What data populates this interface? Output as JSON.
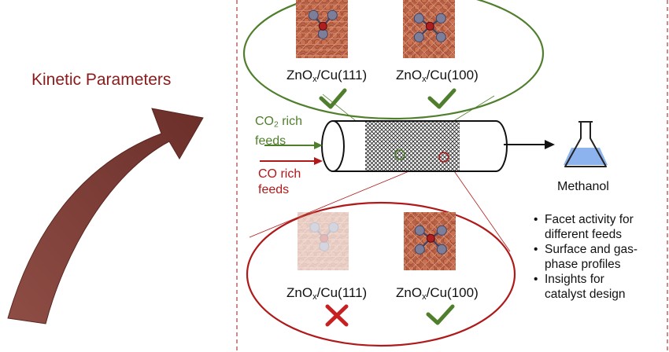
{
  "title": "Kinetic Parameters",
  "feeds": {
    "co2": {
      "species": "CO",
      "sub": "2",
      "line1_rest": " rich",
      "line2": "feeds"
    },
    "co": {
      "line1": "CO rich",
      "line2": "feeds"
    }
  },
  "product": "Methanol",
  "facets": {
    "top": [
      {
        "prefix": "ZnO",
        "sub": "x",
        "suffix": "/Cu(111)",
        "status": "active"
      },
      {
        "prefix": "ZnO",
        "sub": "x",
        "suffix": "/Cu(100)",
        "status": "active"
      }
    ],
    "bottom": [
      {
        "prefix": "ZnO",
        "sub": "x",
        "suffix": "/Cu(111)",
        "status": "inactive"
      },
      {
        "prefix": "ZnO",
        "sub": "x",
        "suffix": "/Cu(100)",
        "status": "active"
      }
    ]
  },
  "insights": [
    {
      "line1": "Facet activity for",
      "line2": "different feeds"
    },
    {
      "line1": "Surface and gas-",
      "line2": "phase profiles"
    },
    {
      "line1": "Insights for",
      "line2": "catalyst design"
    }
  ],
  "colors": {
    "arrow": "#7b3b34",
    "co2_feed": "#4f7f2c",
    "co_feed": "#b01919",
    "check": "#4f7f2c",
    "cross": "#c62020",
    "copper": "#c8704f",
    "zinc": "#7d7f9a",
    "oxygen": "#b01f1f",
    "liquid": "#8db3ee"
  }
}
